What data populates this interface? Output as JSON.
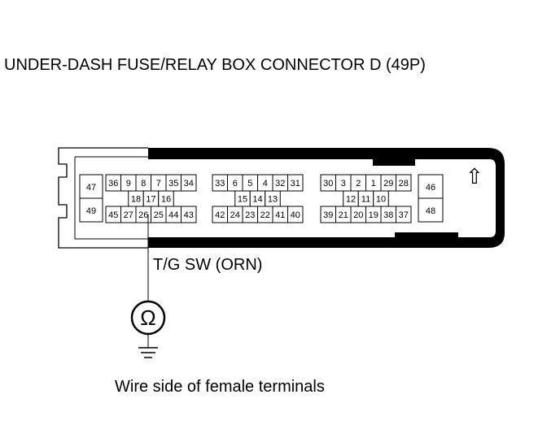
{
  "diagram": {
    "title": "UNDER-DASH FUSE/RELAY BOX CONNECTOR D (49P)",
    "wire_label": "T/G SW (ORN)",
    "meter_symbol": "Ω",
    "caption": "Wire side of female terminals",
    "arrow_symbol": "⇧",
    "pins": {
      "b1_top": [
        "36",
        "9",
        "8",
        "7",
        "35",
        "34"
      ],
      "b1_mid": [
        "18",
        "17",
        "16"
      ],
      "b1_bot": [
        "45",
        "27",
        "26",
        "25",
        "44",
        "43"
      ],
      "b2_top": [
        "33",
        "6",
        "5",
        "4",
        "32",
        "31"
      ],
      "b2_mid": [
        "15",
        "14",
        "13"
      ],
      "b2_bot": [
        "42",
        "24",
        "23",
        "22",
        "41",
        "40"
      ],
      "b3_top": [
        "30",
        "3",
        "2",
        "1",
        "29",
        "28"
      ],
      "b3_mid": [
        "12",
        "11",
        "10"
      ],
      "b3_bot": [
        "39",
        "21",
        "20",
        "19",
        "38",
        "37"
      ],
      "left": [
        "47",
        "49"
      ],
      "right": [
        "46",
        "48"
      ]
    }
  }
}
